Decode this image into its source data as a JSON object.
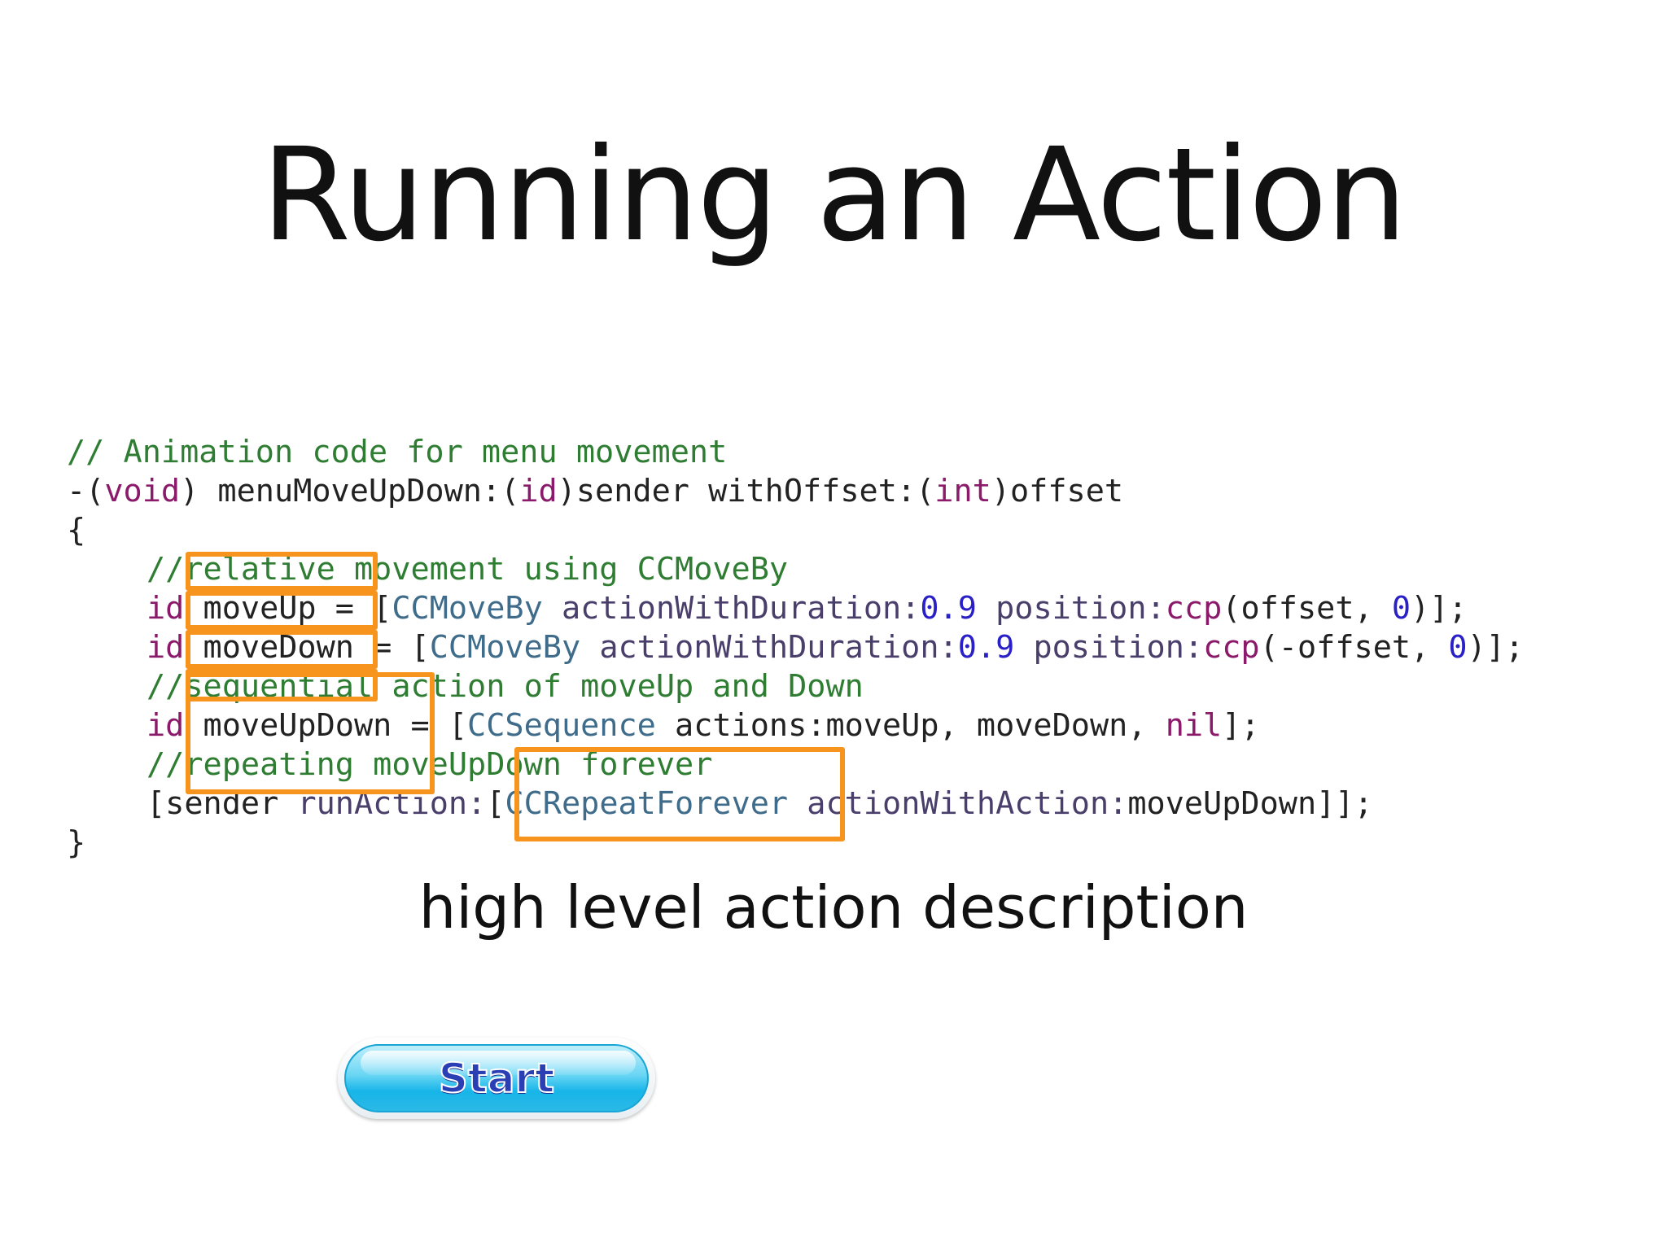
{
  "slide": {
    "title": "Running an Action",
    "caption": "high level action description"
  },
  "code": {
    "line1": "// Animation code for menu movement",
    "line2": {
      "a": "-(",
      "b": "void",
      "c": ") menuMoveUpDown:(",
      "d": "id",
      "e": ")sender withOffset:(",
      "f": "int",
      "g": ")offset"
    },
    "line3": "{",
    "line4": "//relative movement using CCMoveBy",
    "line5": {
      "a": "id",
      "b": " moveUp = [",
      "c": "CCMoveBy",
      "d": " ",
      "e": "actionWithDuration:",
      "f": "0.9",
      "g": " ",
      "h": "position:",
      "i": "ccp",
      "j": "(offset, ",
      "k": "0",
      "l": ")];"
    },
    "line6": {
      "a": "id",
      "b": " moveDown = [",
      "c": "CCMoveBy",
      "d": " ",
      "e": "actionWithDuration:",
      "f": "0.9",
      "g": " ",
      "h": "position:",
      "i": "ccp",
      "j": "(-offset, ",
      "k": "0",
      "l": ")];"
    },
    "line7": "//sequential action of moveUp and Down",
    "line8": {
      "a": "id",
      "b": " moveUpDown = [",
      "c": "CCSequence",
      "d": " actions:moveUp, moveDown, ",
      "e": "nil",
      "f": "];"
    },
    "line9": "//repeating moveUpDown forever",
    "line10": {
      "a": "[sender ",
      "b": "runAction:",
      "c": "[",
      "d": "CCRepeatForever",
      "e": " ",
      "f": "actionWithAction:",
      "g": "moveUpDown]];"
    },
    "line11": "}"
  },
  "button": {
    "label": "Start"
  },
  "colors": {
    "highlight": "#f7941d",
    "comment": "#2e7d32",
    "keyword": "#8b1a6b",
    "class": "#3f6c8a",
    "number": "#2a20c8"
  }
}
